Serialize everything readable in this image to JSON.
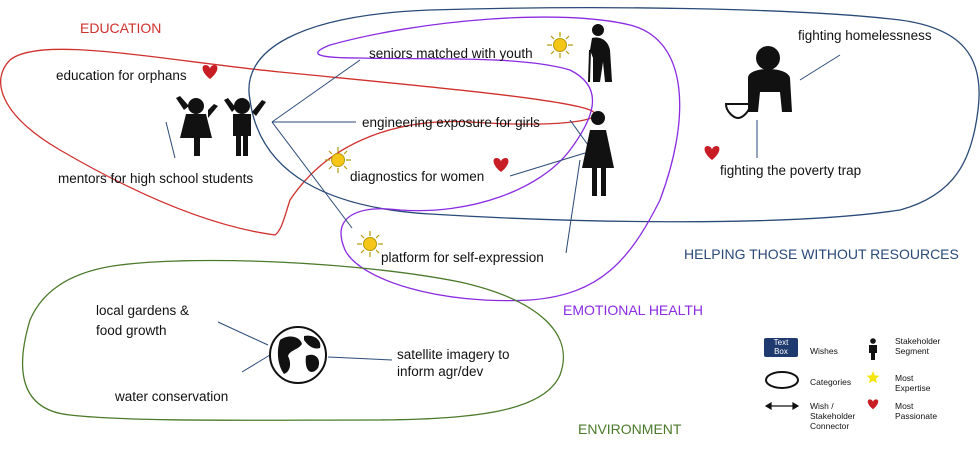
{
  "colors": {
    "education": "#d0312d",
    "helping": "#2a4a78",
    "emotional": "#8a2be2",
    "environment": "#4a7a2a",
    "heart": "#c81d25",
    "sun": "#f2c40f"
  },
  "categories": {
    "education": "EDUCATION",
    "helping": "HELPING THOSE WITHOUT RESOURCES",
    "emotional": "EMOTIONAL HEALTH",
    "environment": "ENVIRONMENT"
  },
  "wishes": {
    "orphans": "education for orphans",
    "mentors": "mentors for high school students",
    "seniors": "seniors matched with youth",
    "engineering": "engineering exposure for girls",
    "diagnostics": "diagnostics for women",
    "platform": "platform for self-expression",
    "homelessness": "fighting homelessness",
    "poverty": "fighting the poverty trap",
    "gardens_line1": "local gardens &",
    "gardens_line2": "food growth",
    "satellite_line1": "satellite imagery to",
    "satellite_line2": "inform agr/dev",
    "water": "water conservation"
  },
  "legend": {
    "textbox_line1": "Text",
    "textbox_line2": "Box",
    "wishes": "Wishes",
    "stakeholder_line1": "Stakeholder",
    "stakeholder_line2": "Segment",
    "categories": "Categories",
    "expertise_line1": "Most",
    "expertise_line2": "Expertise",
    "connector_line1": "Wish /",
    "connector_line2": "Stakeholder",
    "connector_line3": "Connector",
    "passionate_line1": "Most",
    "passionate_line2": "Passionate"
  },
  "icons": [
    "children-icon",
    "elderly-person-icon",
    "woman-icon",
    "homeless-person-icon",
    "globe-icon",
    "sun-icon",
    "heart-icon"
  ]
}
